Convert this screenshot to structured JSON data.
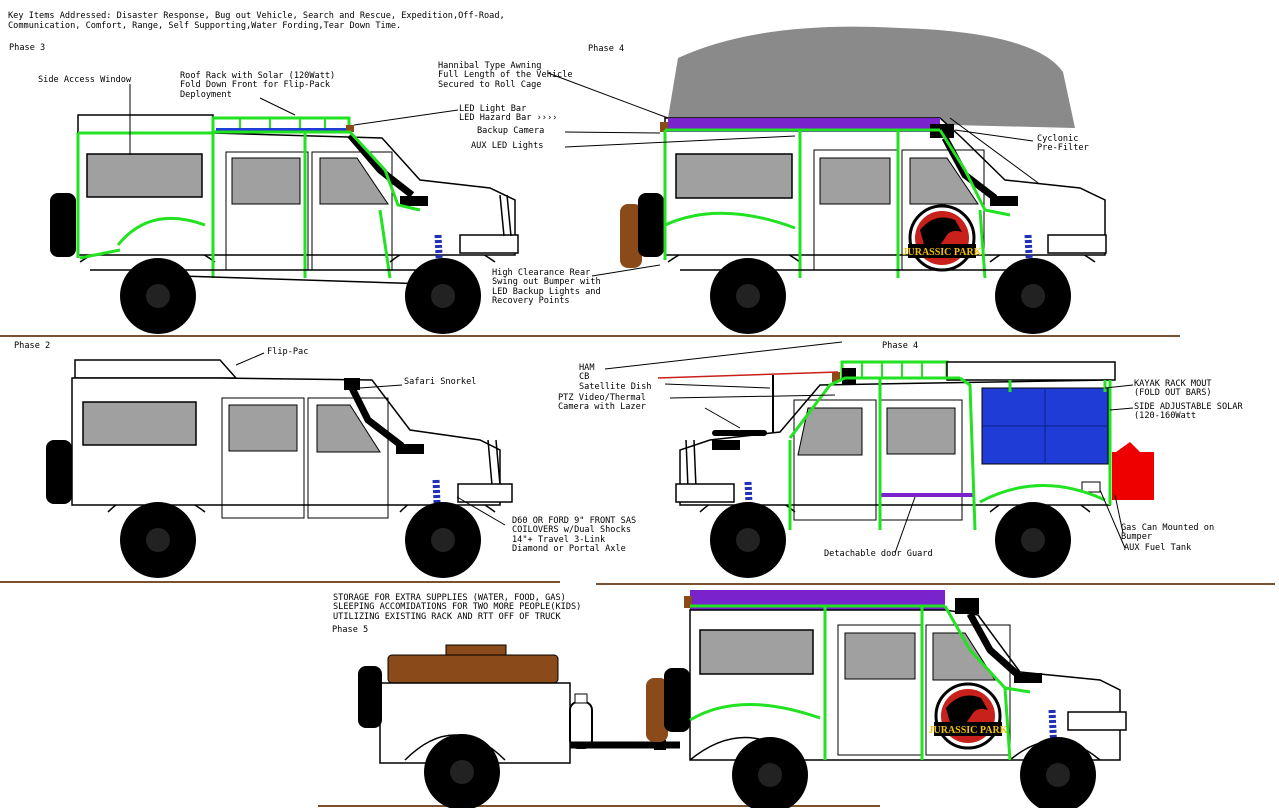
{
  "header": {
    "key_items_line1": "Key Items Addressed: Disaster Response, Bug out Vehicle, Search and Rescue, Expedition,Off-Road,",
    "key_items_line2": "Communication, Comfort, Range, Self Supporting,Water Fording,Tear Down Time."
  },
  "phases": {
    "phase3": "Phase 3",
    "phase4_top": "Phase 4",
    "phase2": "Phase 2",
    "phase4_mid": "Phase 4",
    "phase5": "Phase 5"
  },
  "labels": {
    "side_access_window": "Side Access Window",
    "roof_rack_solar": "Roof Rack with Solar (120Watt)\nFold Down Front for Flip-Pack\nDeployment",
    "hannibal_awning": "Hannibal Type Awning\nFull Length of the Vehicle\nSecured to Roll Cage",
    "led_light_bar": "LED Light Bar\nLED Hazard Bar ››››",
    "backup_camera": "Backup Camera",
    "aux_led_lights": "AUX LED Lights",
    "cyclonic_prefilter": "Cyclonic\nPre-Filter",
    "rear_bumper": "High Clearance Rear\nSwing out Bumper with\nLED Backup Lights and\nRecovery Points",
    "flip_pac": "Flip-Pac",
    "safari_snorkel": "Safari Snorkel",
    "front_axle": "D60 OR FORD 9\" FRONT SAS\nCOILOVERS w/Dual Shocks\n14\"+ Travel 3-Link\nDiamond or Portal Axle",
    "ham_cb_sat": "HAM\nCB\nSatellite Dish",
    "ptz_camera": "PTZ Video/Thermal\nCamera with Lazer",
    "kayak_rack": "KAYAK RACK MOUT\n(FOLD OUT BARS)",
    "side_solar": "SIDE ADJUSTABLE SOLAR\n(120-160Watt",
    "gas_can": "Gas Can Mounted on\nBumper",
    "aux_fuel_tank": "AUX Fuel Tank",
    "door_guard": "Detachable door Guard",
    "storage": "STORAGE FOR EXTRA SUPPLIES (WATER, FOOD, GAS)\nSLEEPING ACCOMIDATIONS FOR TWO MORE PEOPLE(KIDS)\nUTILIZING EXISTING RACK AND RTT OFF OF TRUCK"
  },
  "logo_text": "JURASSIC PARK",
  "colors": {
    "cage_green": "#22e222",
    "solar_blue": "#1f3cd6",
    "awning_gray": "#8a8a8a",
    "window_gray": "#a0a0a0",
    "coilover_blue": "#1f2fb8",
    "purple": "#7a22cc",
    "gas_can_red": "#ee0000",
    "brown": "#8b4a1a",
    "divider_brown": "#7a5230",
    "logo_red": "#c8201a"
  }
}
